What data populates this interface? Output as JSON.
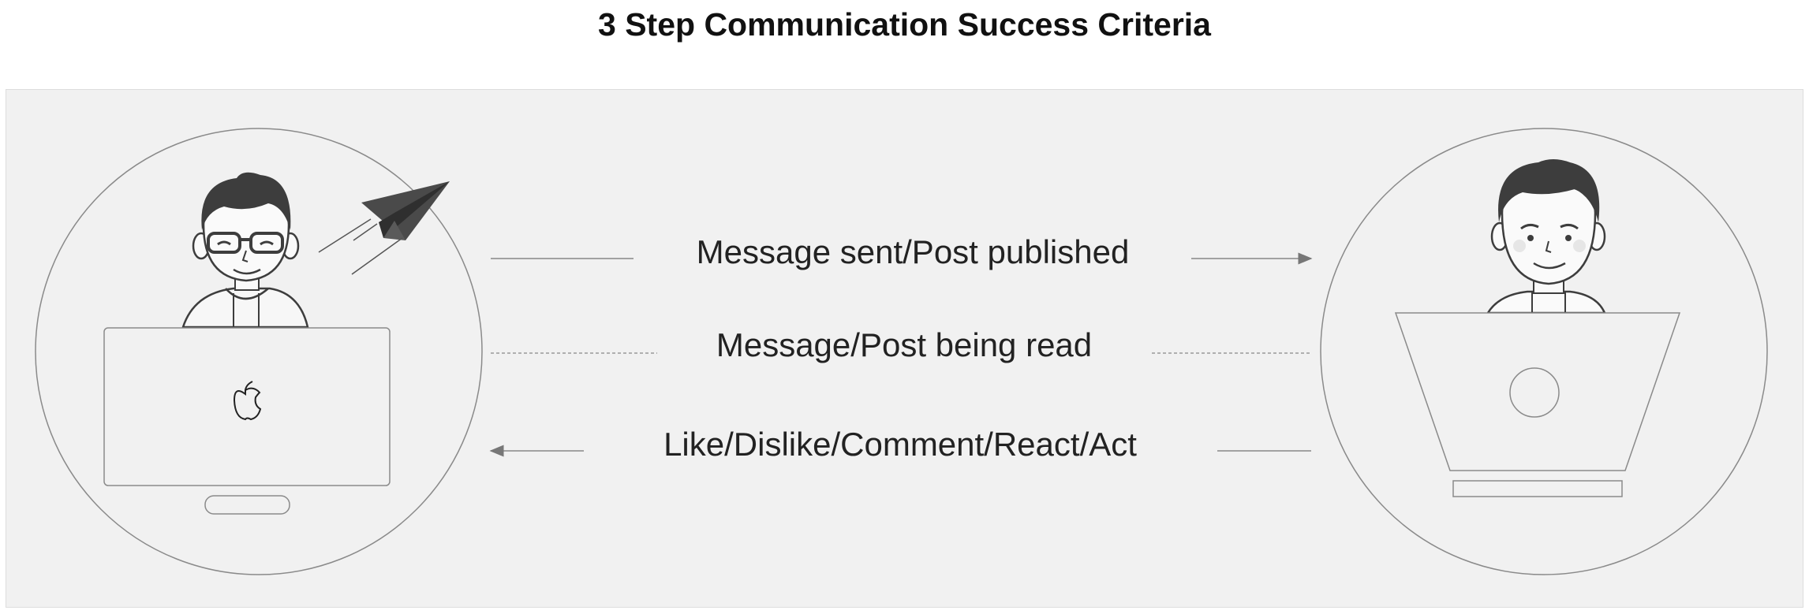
{
  "title": "3 Step Communication Success Criteria",
  "steps": [
    {
      "label": "Message sent/Post published",
      "direction": "left-to-right",
      "line": "solid"
    },
    {
      "label": "Message/Post being read",
      "direction": "none",
      "line": "dashed"
    },
    {
      "label": "Like/Dislike/Comment/React/Act",
      "direction": "right-to-left",
      "line": "solid"
    }
  ],
  "colors": {
    "background": "#f1f1f1",
    "outline": "#8a8a8a",
    "hair": "#3d3d3d",
    "text": "#222222"
  },
  "icons": {
    "sender": "person-with-glasses-icon",
    "receiver": "person-icon",
    "send": "paper-plane-icon",
    "laptop_logo": "apple-logo-icon"
  }
}
